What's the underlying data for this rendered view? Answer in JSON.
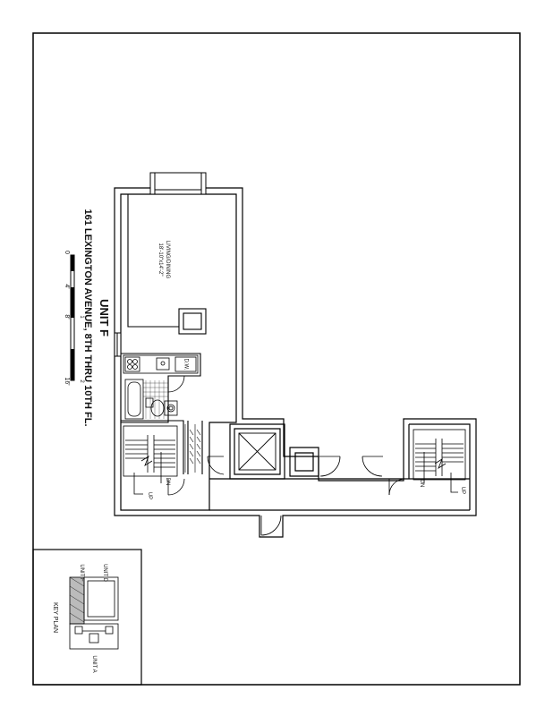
{
  "title": {
    "unit": "UNIT F",
    "address": "161 LEXINGTON AVENUE, 8TH THRU 10TH FL."
  },
  "scale_bar": {
    "labels": [
      "0",
      "4'",
      "8'",
      "16'"
    ],
    "sublabels": [
      "1",
      "2"
    ]
  },
  "rooms": {
    "living_dining_name": "LIVING/DINING",
    "living_dining_dims": "18'-10\"x14'-2\"",
    "kitchen_appliance": "D.W."
  },
  "stairs": {
    "left_up": "UP",
    "left_down": "DN",
    "right_up": "UP",
    "right_down": "DN"
  },
  "key_plan": {
    "title": "KEY PLAN",
    "unit_f": "UNIT F",
    "unit_d": "UNIT D",
    "unit_a": "UNIT A"
  }
}
